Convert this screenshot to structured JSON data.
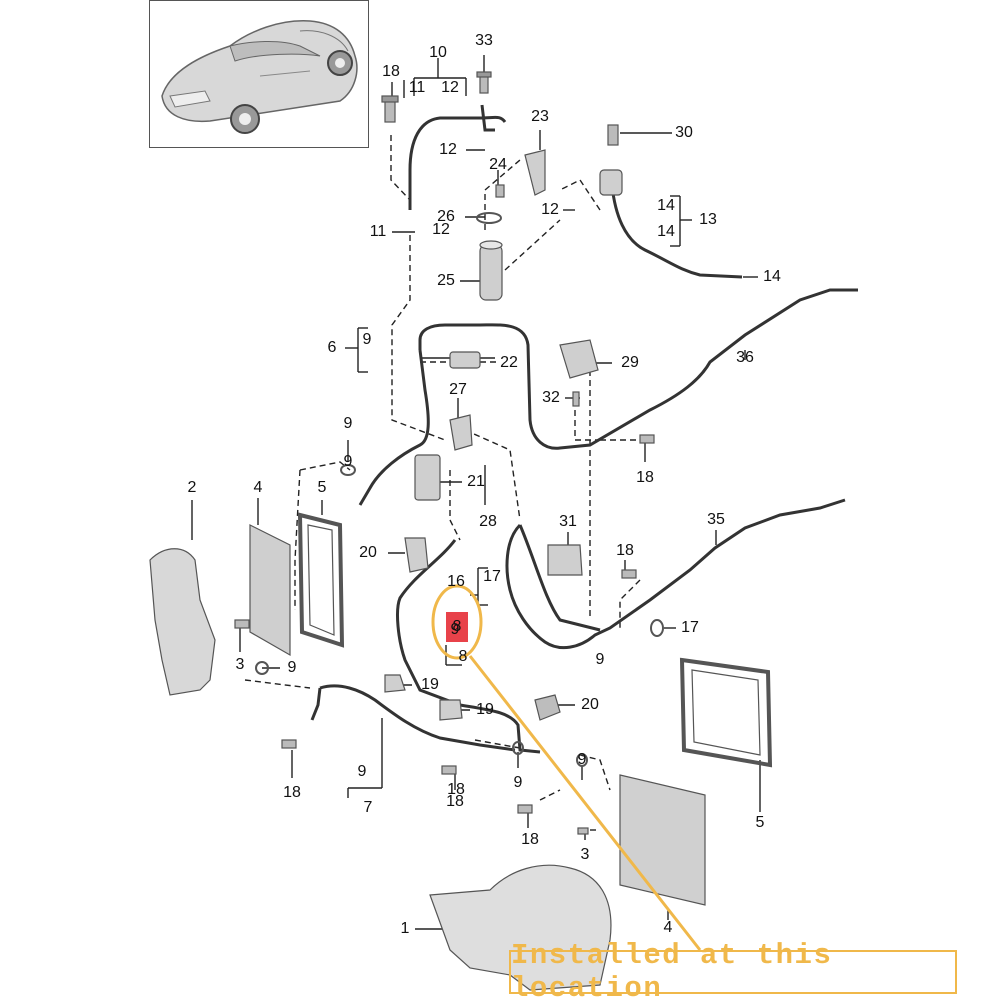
{
  "callouts": [
    "1",
    "2",
    "3",
    "3",
    "4",
    "4",
    "5",
    "5",
    "6",
    "7",
    "8",
    "9",
    "9",
    "9",
    "9",
    "9",
    "9",
    "9",
    "9",
    "9",
    "10",
    "11",
    "11",
    "12",
    "12",
    "12",
    "12",
    "13",
    "14",
    "14",
    "14",
    "16",
    "17",
    "17",
    "18",
    "18",
    "18",
    "18",
    "18",
    "18",
    "18",
    "19",
    "19",
    "20",
    "20",
    "21",
    "22",
    "23",
    "24",
    "25",
    "26",
    "27",
    "28",
    "29",
    "30",
    "31",
    "32",
    "33",
    "35",
    "36"
  ],
  "highlight": {
    "part": "8",
    "sub": "9"
  },
  "banner_text": "Installed at this location",
  "colors": {
    "highlight": "#e8424a",
    "annotation": "#f0b84a",
    "line": "#222222",
    "part_fill": "#d9d9d9",
    "part_stroke": "#555555"
  }
}
